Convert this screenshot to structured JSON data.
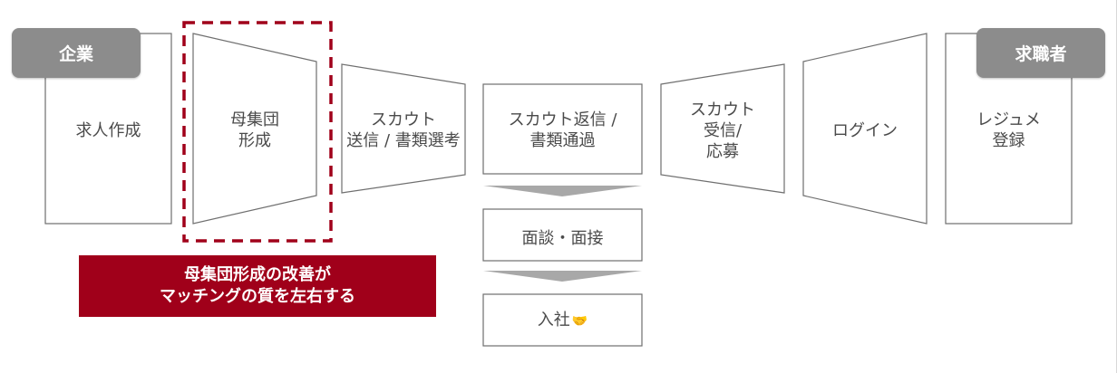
{
  "badges": {
    "company": "企業",
    "job_seeker": "求職者"
  },
  "stages": {
    "job_posting": "求人作成",
    "population_1": "母集団",
    "population_2": "形成",
    "scout_send_1": "スカウト",
    "scout_send_2": "送信 / 書類選考",
    "scout_reply_1": "スカウト返信 /",
    "scout_reply_2": "書類通過",
    "scout_receive_1": "スカウト",
    "scout_receive_2": "受信/",
    "scout_receive_3": "応募",
    "login": "ログイン",
    "resume_1": "レジュメ",
    "resume_2": "登録",
    "interview": "面談・面接",
    "joining": "入社",
    "joining_emoji": "🤝"
  },
  "callout": {
    "line1": "母集団形成の改善が",
    "line2": "マッチングの質を左右する"
  },
  "colors": {
    "accent": "#a0001a",
    "badge": "#8c8c8c",
    "shape_border": "#6f6f6f"
  }
}
